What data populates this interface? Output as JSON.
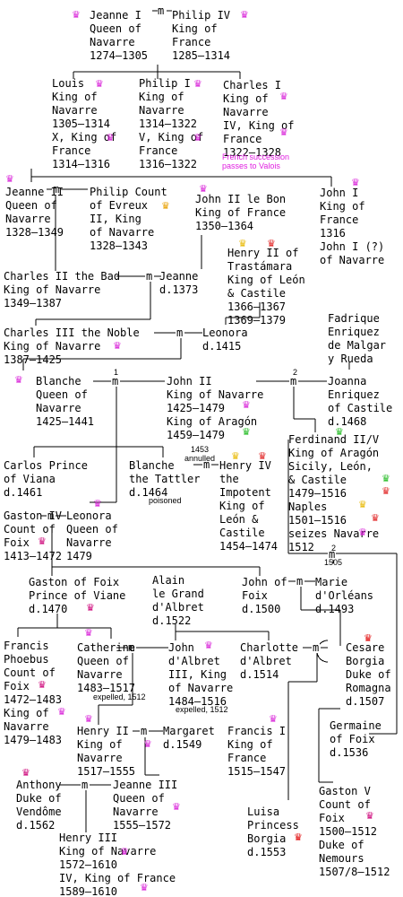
{
  "people": {
    "jeanne1": [
      "Jeanne I",
      "Queen of",
      "Navarre",
      "1274–1305"
    ],
    "philip4": [
      "Philip IV",
      "King of",
      "France",
      "1285–1314"
    ],
    "louis": [
      "Louis",
      "King of",
      "Navarre",
      "1305–1314",
      "X, King of",
      "France",
      "1314–1316"
    ],
    "philip1": [
      "Philip I",
      "King of",
      "Navarre",
      "1314–1322",
      "V, King of",
      "France",
      "1316–1322"
    ],
    "charles1": [
      "Charles I",
      "King of",
      "Navarre",
      "IV, King of",
      "France",
      "1322–1328"
    ],
    "jeanne2": [
      "Jeanne II",
      "Queen of",
      "Navarre",
      "1328–1349"
    ],
    "philipcount": [
      "Philip Count",
      "of Evreux",
      "II, King",
      "of Navarre",
      "1328–1343"
    ],
    "john2lebon": [
      "John II le Bon",
      "King of France",
      "1350–1364"
    ],
    "john1": [
      "John I",
      "King of",
      "France",
      "1316",
      "John I (?)",
      "of Navarre"
    ],
    "henry2": [
      "Henry II of",
      "Trastámara",
      "King of León",
      "& Castile",
      "1366–1367",
      "1369–1379"
    ],
    "charles2": [
      "Charles II the Bad",
      "King of Navarre",
      "1349–1387"
    ],
    "jeanne": [
      "Jeanne",
      "d.1373"
    ],
    "charles3": [
      "Charles III the Noble",
      "King of Navarre",
      "1387–1425"
    ],
    "leonora": [
      "Leonora",
      "d.1415"
    ],
    "fadrique": [
      "Fadrique",
      "Enriquez",
      "de Malgar",
      "y Rueda"
    ],
    "blanche": [
      "Blanche",
      "Queen of",
      "Navarre",
      "1425–1441"
    ],
    "john2": [
      "John II",
      "King of Navarre",
      "1425–1479",
      "King of Aragón",
      "1459–1479"
    ],
    "joanna": [
      "Joanna",
      "Enriquez",
      "of Castile",
      "d.1468"
    ],
    "ferdinand": [
      "Ferdinand II/V",
      "King of Aragón",
      "Sicily, León,",
      "& Castile",
      "1479–1516",
      "Naples",
      "1501–1516",
      "seizes Navarre",
      "1512"
    ],
    "carlos": [
      "Carlos Prince",
      "of Viana",
      "d.1461"
    ],
    "blanchetattler": [
      "Blanche",
      "the Tattler",
      "d.1464"
    ],
    "henry4": [
      "Henry IV",
      "the",
      "Impotent",
      "King of",
      "León &",
      "Castile",
      "1454–1474"
    ],
    "gaston4": [
      "Gaston IV",
      "Count of",
      "Foix",
      "1413–1472"
    ],
    "leonora2": [
      "Leonora",
      "Queen of",
      "Navarre",
      "1479"
    ],
    "gastonfoix": [
      "Gaston of Foix",
      "Prince of Viane",
      "d.1470"
    ],
    "alain": [
      "Alain",
      "le Grand",
      "d'Albret",
      "d.1522"
    ],
    "johnfoix": [
      "John of",
      "Foix",
      "d.1500"
    ],
    "marie": [
      "Marie",
      "d'Orléans",
      "d.1493"
    ],
    "francis": [
      "Francis",
      "Phoebus",
      "Count of",
      "Foix",
      "1472–1483",
      "King of",
      "Navarre",
      "1479–1483"
    ],
    "catherine": [
      "Catherine",
      "Queen of",
      "Navarre",
      "1483–1517"
    ],
    "johnalbret": [
      "John",
      "d'Albret",
      "III, King",
      "of Navarre",
      "1484–1516"
    ],
    "charlotte": [
      "Charlotte",
      "d'Albret",
      "d.1514"
    ],
    "cesare": [
      "Cesare",
      "Borgia",
      "Duke of",
      "Romagna",
      "d.1507"
    ],
    "germaine": [
      "Germaine",
      "of Foix",
      "d.1536"
    ],
    "henry2nav": [
      "Henry II",
      "King of",
      "Navarre",
      "1517–1555"
    ],
    "margaret": [
      "Margaret",
      "d.1549"
    ],
    "francis1": [
      "Francis I",
      "King of",
      "France",
      "1515–1547"
    ],
    "anthony": [
      "Anthony",
      "Duke of",
      "Vendôme",
      "d.1562"
    ],
    "jeanne3": [
      "Jeanne III",
      "Queen of",
      "Navarre",
      "1555–1572"
    ],
    "gaston5": [
      "Gaston V",
      "Count of",
      "Foix",
      "1500–1512",
      "Duke of",
      "Nemours",
      "1507/8–1512"
    ],
    "luisa": [
      "Luisa",
      "Princess",
      "Borgia",
      "d.1553"
    ],
    "henry3": [
      "Henry III",
      "King of Navarre",
      "1572–1610",
      "IV, King of France",
      "1589–1610"
    ]
  },
  "notes": {
    "succession": [
      "French succession",
      "passes to Valois"
    ],
    "annulled": [
      "1453",
      "annulled"
    ],
    "poisoned": [
      "poisoned"
    ],
    "expelled1": [
      "expelled, 1512"
    ],
    "expelled2": [
      "expelled, 1512"
    ],
    "m1": [
      "1"
    ],
    "m2": [
      "2"
    ],
    "m2b": [
      "2"
    ],
    "y1505": [
      "1505"
    ]
  },
  "marriage_symbol": "m",
  "crown_glyph": "♛",
  "colors": {
    "navarre_crown": "#d81fd8",
    "france_crown": "#d81fd8",
    "aragon_crown": "#22bb22",
    "castile_crown": "#e02020",
    "naples_crown": "#e8b800",
    "count_crown": "#cc0077",
    "evreux_crown": "#e8a000",
    "borgia_crown": "#e00000",
    "note_text": "#e020e0"
  }
}
